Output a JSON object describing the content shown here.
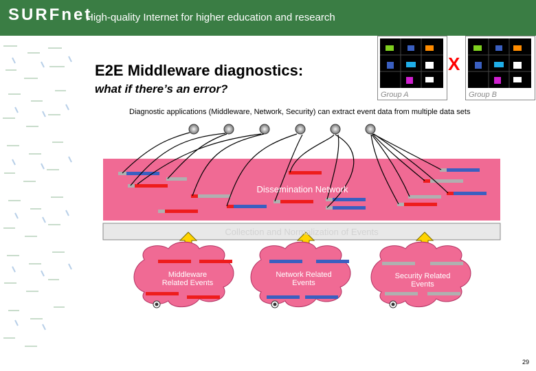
{
  "header": {
    "logo": "SURFnet",
    "tagline": "High-quality Internet for higher education and research"
  },
  "slide": {
    "title": "E2E Middleware diagnostics:",
    "subtitle": "what if there’s an error?",
    "caption": "Diagnostic applications (Middleware, Network, Security) can extract event data from multiple data sets",
    "page_number": "29"
  },
  "groups": {
    "group_a": "Group A",
    "group_b": "Group B",
    "error_mark": "X"
  },
  "diagram": {
    "dissemination_label": "Dissemination Network",
    "collection_label": "Collection and Normalization of Events",
    "clouds": {
      "middleware_line1": "Middleware",
      "middleware_line2": "Related Events",
      "network_line1": "Network  Related",
      "network_line2": "Events",
      "security_line1": "Security Related",
      "security_line2": "Events"
    },
    "colors": {
      "pink": "#f06a94",
      "blue": "#3a5fc0",
      "red": "#ee1c1c",
      "grey": "#b0b0b0",
      "collection_fill": "#e8e8e8",
      "arrow_yellow": "#ffd400",
      "header_green": "#3a7d44",
      "error_red": "#ff0000"
    }
  }
}
